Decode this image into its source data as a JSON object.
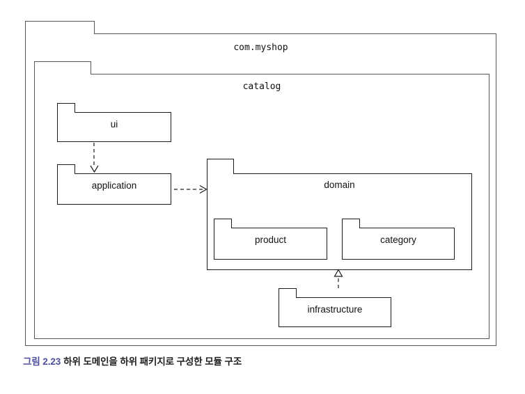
{
  "figure": {
    "type": "uml-package-diagram",
    "caption_number": "그림 2.23",
    "caption_text": "하위 도메인을 하위 패키지로 구성한 모듈 구조",
    "caption_number_color": "#4d4d9e",
    "background_color": "#ffffff",
    "stroke_color": "#1a1a1a",
    "outer_stroke_color": "#555555"
  },
  "packages": {
    "root": {
      "label": "com.myshop"
    },
    "catalog": {
      "label": "catalog"
    },
    "ui": {
      "label": "ui"
    },
    "application": {
      "label": "application"
    },
    "domain": {
      "label": "domain"
    },
    "product": {
      "label": "product"
    },
    "category": {
      "label": "category"
    },
    "infrastructure": {
      "label": "infrastructure"
    }
  },
  "relationships": [
    {
      "from": "ui",
      "to": "application",
      "style": "dashed",
      "arrow": "open",
      "direction": "down"
    },
    {
      "from": "application",
      "to": "domain",
      "style": "dashed",
      "arrow": "open",
      "direction": "right"
    },
    {
      "from": "infrastructure",
      "to": "domain",
      "style": "dashed",
      "arrow": "hollow-triangle",
      "direction": "up"
    }
  ]
}
